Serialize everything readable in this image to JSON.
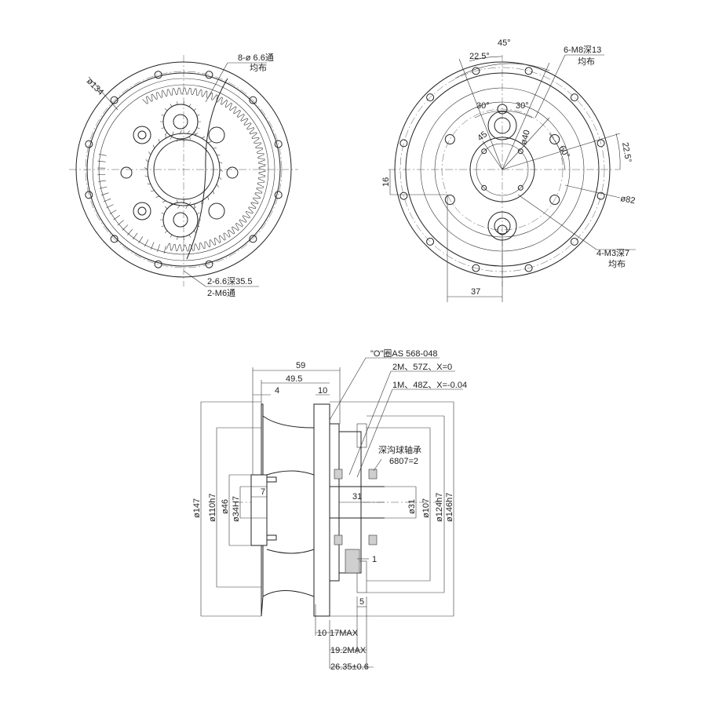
{
  "front_view": {
    "labels": {
      "holes_8": "8-ø 6.6通",
      "holes_8_sub": "均布",
      "dia_134": "ø134",
      "holes_2": "2-6.6深35.5",
      "holes_2_sub": "2-M6通"
    }
  },
  "rear_view": {
    "labels": {
      "angle_45": "45°",
      "angle_22_5_top": "22.5°",
      "thread_m8": "6-M8深13",
      "thread_m8_sub": "均布",
      "angle_30_left": "30°",
      "angle_30_right": "30°",
      "angle_45_inner": "45",
      "dia_40": "ø40",
      "angle_60": "60°",
      "angle_22_5_right": "22.5°",
      "dim_16": "16",
      "dia_82": "ø82",
      "thread_m3": "4-M3深7",
      "thread_m3_sub": "均布",
      "dim_37": "37"
    }
  },
  "section_view": {
    "labels": {
      "oring": "\"O\"圈AS 568-048",
      "gear_2m": "2M、57Z、X=0",
      "gear_1m": "1M、48Z、X=-0.04",
      "bearing": "深沟球轴承",
      "bearing_sub": "6807=2",
      "dim_59": "59",
      "dim_49_5": "49.5",
      "dim_4": "4",
      "dim_10_top": "10",
      "dim_7": "7",
      "dim_31_h": "31",
      "dim_1": "1",
      "dim_5": "5",
      "dim_10_bottom": "10",
      "dim_17max": "17MAX",
      "dim_19_2max": "19.2MAX",
      "dim_26_35": "26.35±0.6",
      "dia_147": "ø147",
      "dia_110": "ø110h7",
      "dia_46": "ø46",
      "dia_34": "ø34H7",
      "dia_31": "ø31",
      "dia_107": "ø107",
      "dia_124": "ø124h7",
      "dia_146": "ø146h7"
    }
  }
}
